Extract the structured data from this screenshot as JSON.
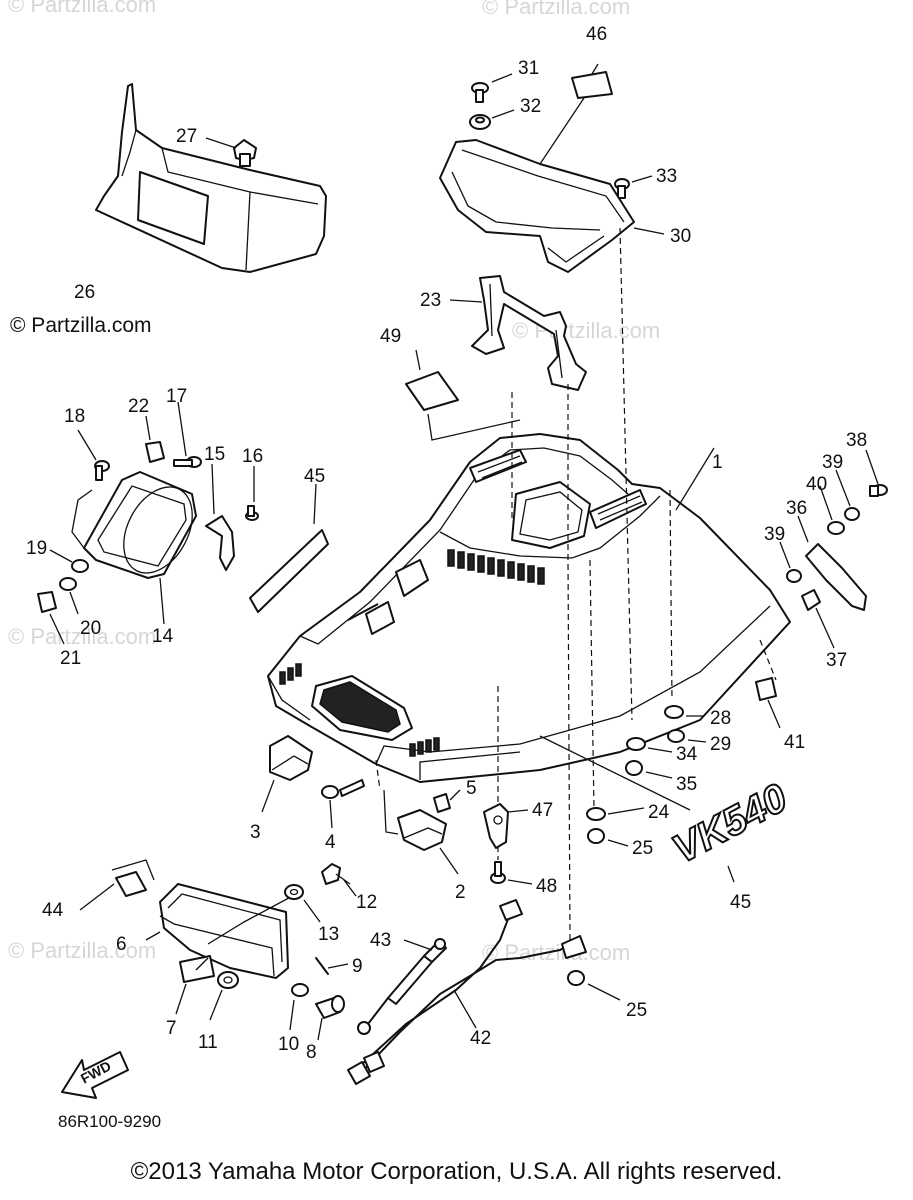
{
  "copyright": "©2013 Yamaha Motor Corporation, U.S.A. All rights reserved.",
  "diagram_code": "86R100-9290",
  "watermark": "© Partzilla.com",
  "watermark_faint": "© Partzilla.com",
  "decal_text": "VK540",
  "fwd_label": "FWD",
  "callouts": {
    "c1": "1",
    "c2": "2",
    "c3": "3",
    "c4": "4",
    "c5": "5",
    "c6": "6",
    "c7": "7",
    "c8": "8",
    "c9": "9",
    "c10": "10",
    "c11": "11",
    "c12": "12",
    "c13": "13",
    "c14": "14",
    "c15": "15",
    "c16": "16",
    "c17": "17",
    "c18": "18",
    "c19": "19",
    "c20": "20",
    "c21": "21",
    "c22": "22",
    "c23": "23",
    "c24": "24",
    "c25a": "25",
    "c25b": "25",
    "c26": "26",
    "c27": "27",
    "c28": "28",
    "c29": "29",
    "c30": "30",
    "c31": "31",
    "c32": "32",
    "c33": "33",
    "c34": "34",
    "c35": "35",
    "c36": "36",
    "c37": "37",
    "c38": "38",
    "c39a": "39",
    "c39b": "39",
    "c40": "40",
    "c41": "41",
    "c42": "42",
    "c43": "43",
    "c44": "44",
    "c45a": "45",
    "c45b": "45",
    "c46": "46",
    "c47": "47",
    "c48": "48",
    "c49": "49"
  }
}
